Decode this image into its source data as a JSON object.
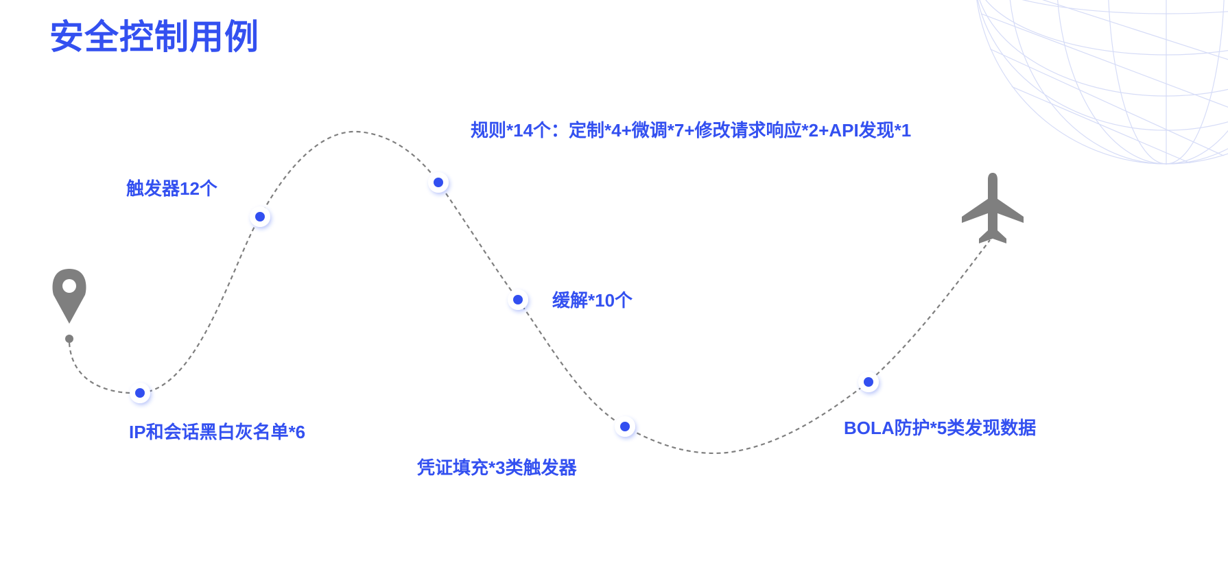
{
  "title": "安全控制用例",
  "accent_color": "#3350f0",
  "path_color": "#7f7f7f",
  "start_icon": "map-pin-icon",
  "end_icon": "airplane-icon",
  "milestones": [
    {
      "label": "IP和会话黑白灰名单*6"
    },
    {
      "label": "触发器12个"
    },
    {
      "label": "规则*14个：定制*4+微调*7+修改请求响应*2+API发现*1"
    },
    {
      "label": "缓解*10个"
    },
    {
      "label": "凭证填充*3类触发器"
    },
    {
      "label": "BOLA防护*5类发现数据"
    }
  ]
}
